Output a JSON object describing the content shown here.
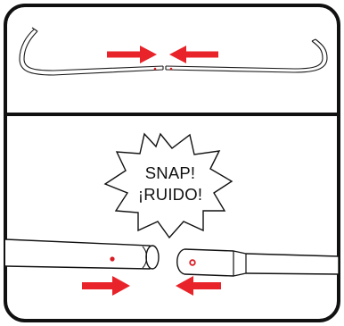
{
  "panels": [
    {
      "name": "top-panel",
      "description_hidden": true
    },
    {
      "name": "bottom-panel",
      "description_hidden": true
    }
  ],
  "burst": {
    "line1": "SNAP!",
    "line2": "¡RUIDO!"
  },
  "colors": {
    "frame": "#111111",
    "arrow": "#e8242a",
    "dot": "#d81e25",
    "background": "#ffffff",
    "tube_stroke": "#1a1a1a"
  }
}
